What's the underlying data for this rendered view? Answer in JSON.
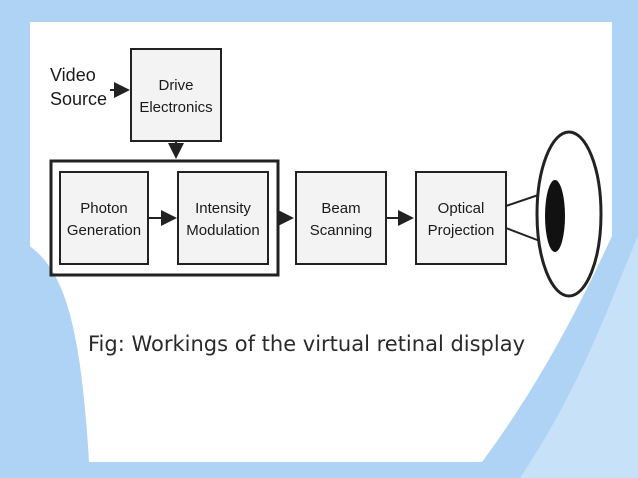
{
  "diagram": {
    "input": {
      "line1": "Video",
      "line2": "Source"
    },
    "blocks": [
      {
        "id": "drive",
        "line1": "Drive",
        "line2": "Electronics"
      },
      {
        "id": "photon",
        "line1": "Photon",
        "line2": "Generation"
      },
      {
        "id": "intensity",
        "line1": "Intensity",
        "line2": "Modulation"
      },
      {
        "id": "beam",
        "line1": "Beam",
        "line2": "Scanning"
      },
      {
        "id": "optical",
        "line1": "Optical",
        "line2": "Projection"
      }
    ]
  },
  "caption": "Fig: Workings of the virtual retinal display",
  "colors": {
    "background_blue": "#aed3f4",
    "block_fill": "#f3f3f3",
    "stroke": "#222222"
  }
}
